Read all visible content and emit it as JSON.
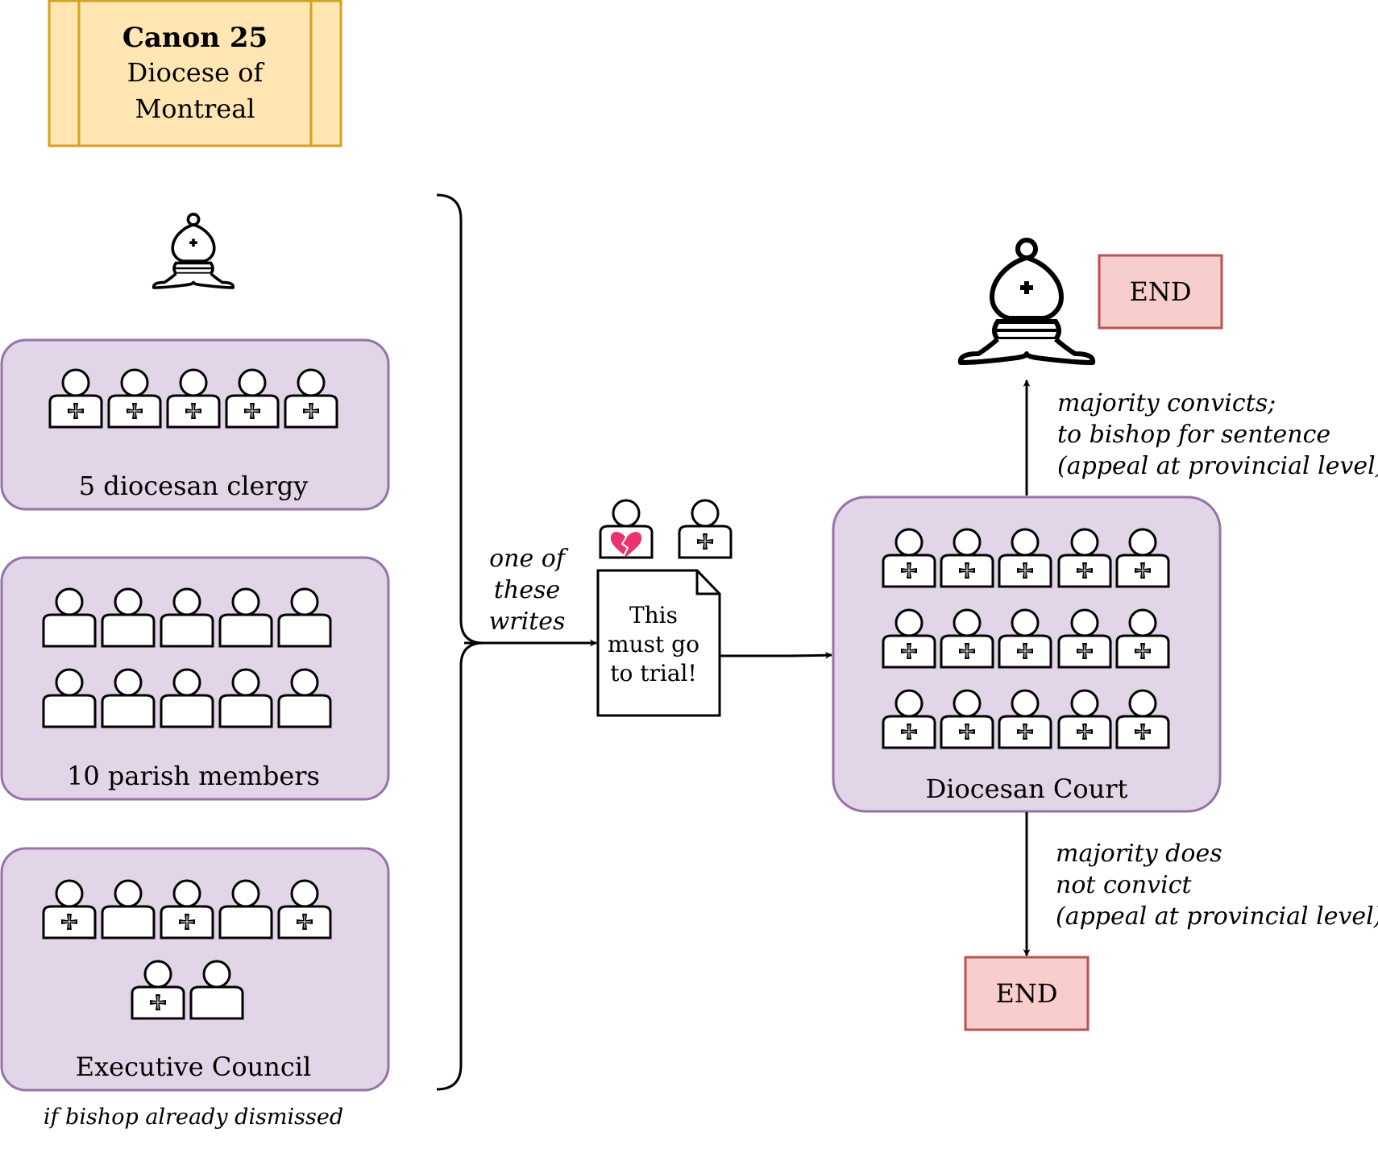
{
  "title_box": {
    "title": "Canon 25",
    "subtitle_line1": "Diocese of",
    "subtitle_line2": "Montreal"
  },
  "groups": {
    "clergy_label": "5 diocesan clergy",
    "parish_label": "10 parish members",
    "council_label": "Executive Council",
    "council_note": "if bishop already dismissed"
  },
  "brace_label": {
    "line1": "one of",
    "line2": "these",
    "line3": "writes"
  },
  "document": {
    "line1": "This",
    "line2": "must go",
    "line3": "to trial!"
  },
  "court": {
    "label": "Diocesan Court"
  },
  "convict_path": {
    "line1": "majority convicts;",
    "line2": "to bishop for sentence",
    "line3": "(appeal at provincial level)",
    "end_label": "END"
  },
  "acquit_path": {
    "line1": "majority does",
    "line2": "not convict",
    "line3": "(appeal at provincial level)",
    "end_label": "END"
  },
  "colors": {
    "title_fill": "#ffe6b3",
    "title_stroke": "#d6a21e",
    "group_fill": "#e1d5e7",
    "group_stroke": "#9673a6",
    "end_fill": "#f8cecc",
    "end_stroke": "#b85450",
    "heart": "#e8336d"
  }
}
